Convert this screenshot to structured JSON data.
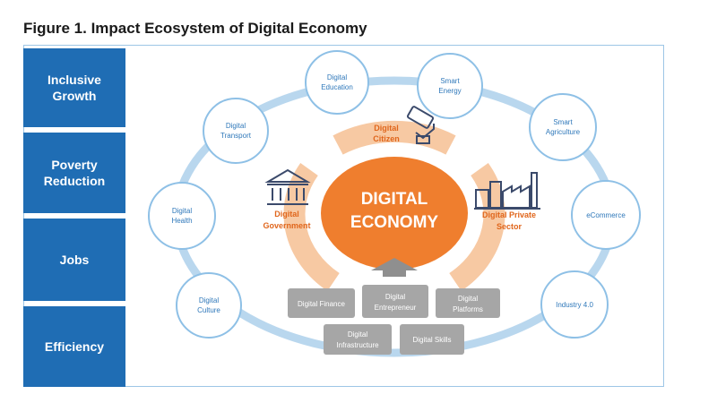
{
  "figure_title": "Figure 1. Impact Ecosystem of Digital Economy",
  "outcomes": [
    "Inclusive\nGrowth",
    "Poverty\nReduction",
    "Jobs",
    "Efficiency"
  ],
  "center": {
    "line1": "DIGITAL",
    "line2": "ECONOMY"
  },
  "actors": {
    "citizen": [
      "Digital",
      "Citizen"
    ],
    "government": [
      "Digital",
      "Government"
    ],
    "private_sector": [
      "Digital Private",
      "Sector"
    ]
  },
  "satellites": [
    [
      "Digital",
      "Education"
    ],
    [
      "Smart",
      "Energy"
    ],
    [
      "Digital",
      "Transport"
    ],
    [
      "Smart",
      "Agriculture"
    ],
    [
      "Digital",
      "Health"
    ],
    [
      "eCommerce"
    ],
    [
      "Digital",
      "Culture"
    ],
    [
      "Industry 4.0"
    ]
  ],
  "enablers": [
    [
      "Digital Finance"
    ],
    [
      "Digital",
      "Entrepreneur"
    ],
    [
      "Digital",
      "Platforms"
    ],
    [
      "Digital",
      "Infrastructure"
    ],
    [
      "Digital Skills"
    ]
  ],
  "colors": {
    "outcome_box": "#1f6db4",
    "ring": "#b9d7ee",
    "satellite_border": "#8ec0e6",
    "satellite_text": "#2f78ba",
    "center_fill": "#ef7e2e",
    "inner_ring": "#f7c9a3",
    "actor_text": "#e0661c",
    "enabler_box": "#a6a6a6",
    "icon": "#3b4a6b"
  }
}
